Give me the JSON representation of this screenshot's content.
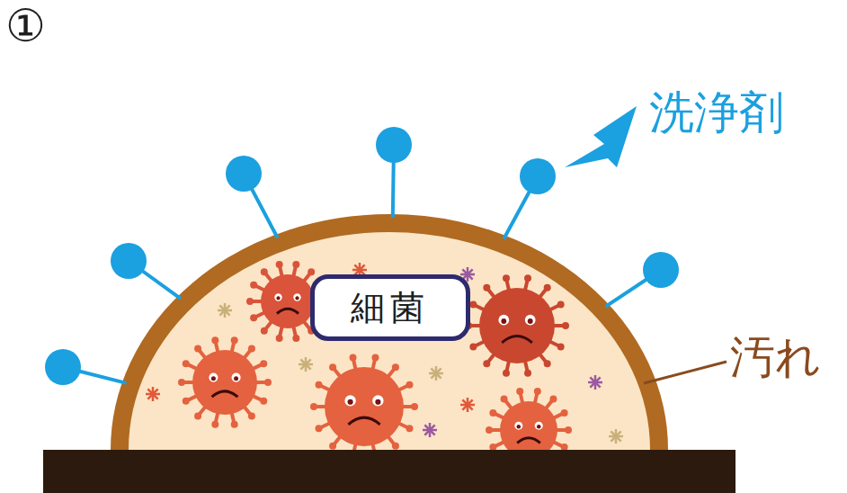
{
  "diagram": {
    "nodes": [
      {
        "text": [
          "細菌"
        ]
      }
    ],
    "labels": [
      "①",
      "洗浄剤",
      "汚れ"
    ]
  }
}
